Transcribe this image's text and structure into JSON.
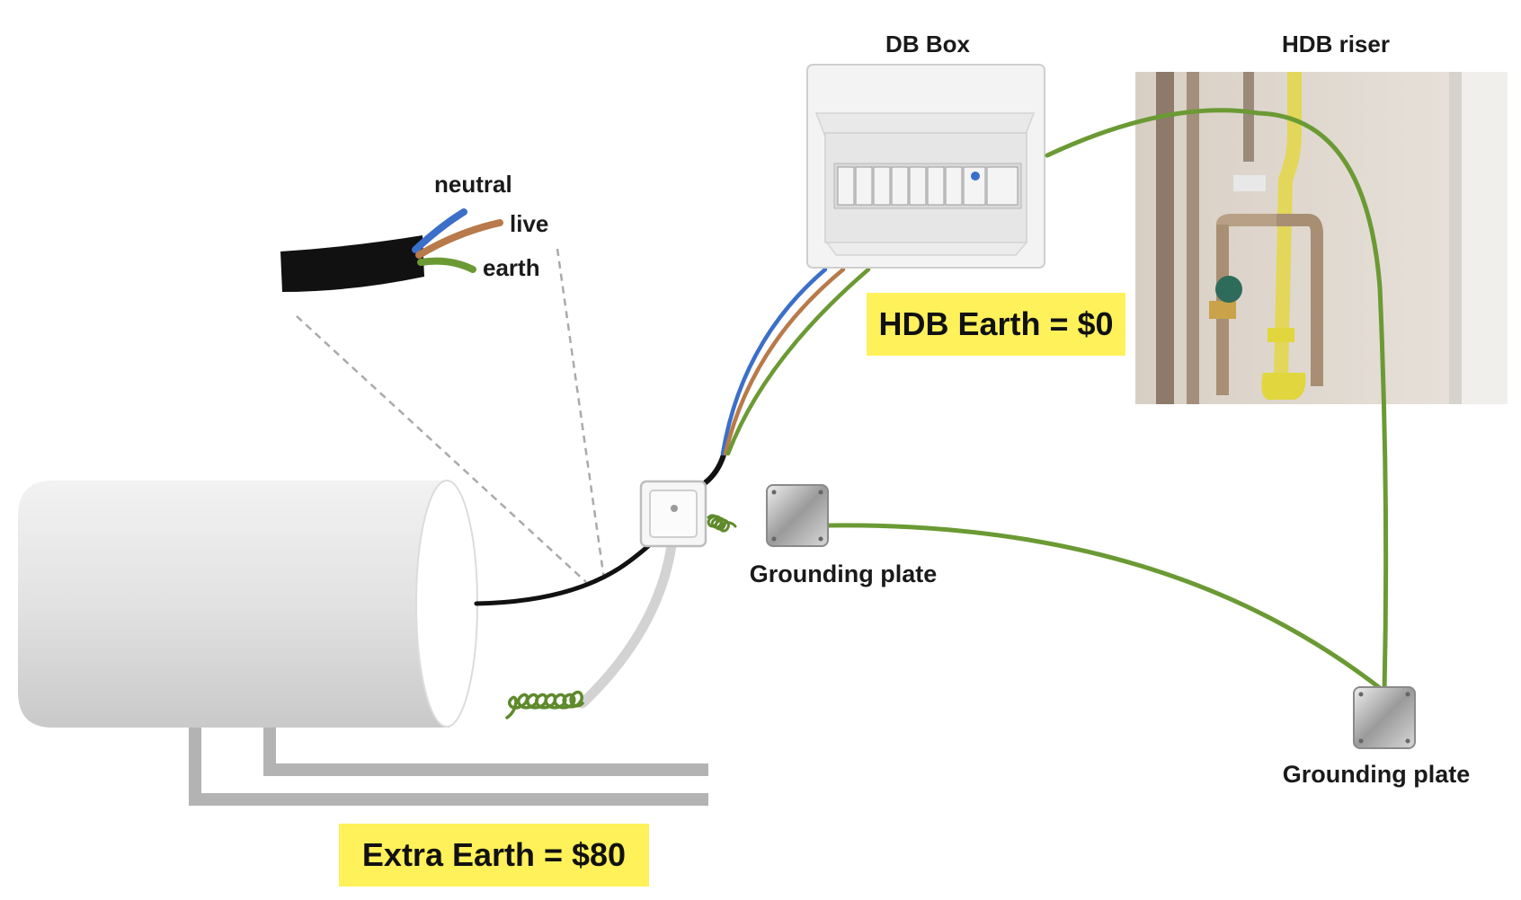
{
  "labels": {
    "db_box": "DB Box",
    "hdb_riser": "HDB riser",
    "neutral": "neutral",
    "live": "live",
    "earth": "earth",
    "grounding_plate_1": "Grounding plate",
    "grounding_plate_2": "Grounding plate"
  },
  "tags": {
    "hdb_earth": "HDB Earth = $0",
    "extra_earth": "Extra Earth = $80"
  },
  "colors": {
    "neutral_wire": "#3b6fc9",
    "live_wire": "#b87a4a",
    "earth_wire": "#6b9a34",
    "highlight": "#fff15a",
    "cable": "#111111"
  }
}
